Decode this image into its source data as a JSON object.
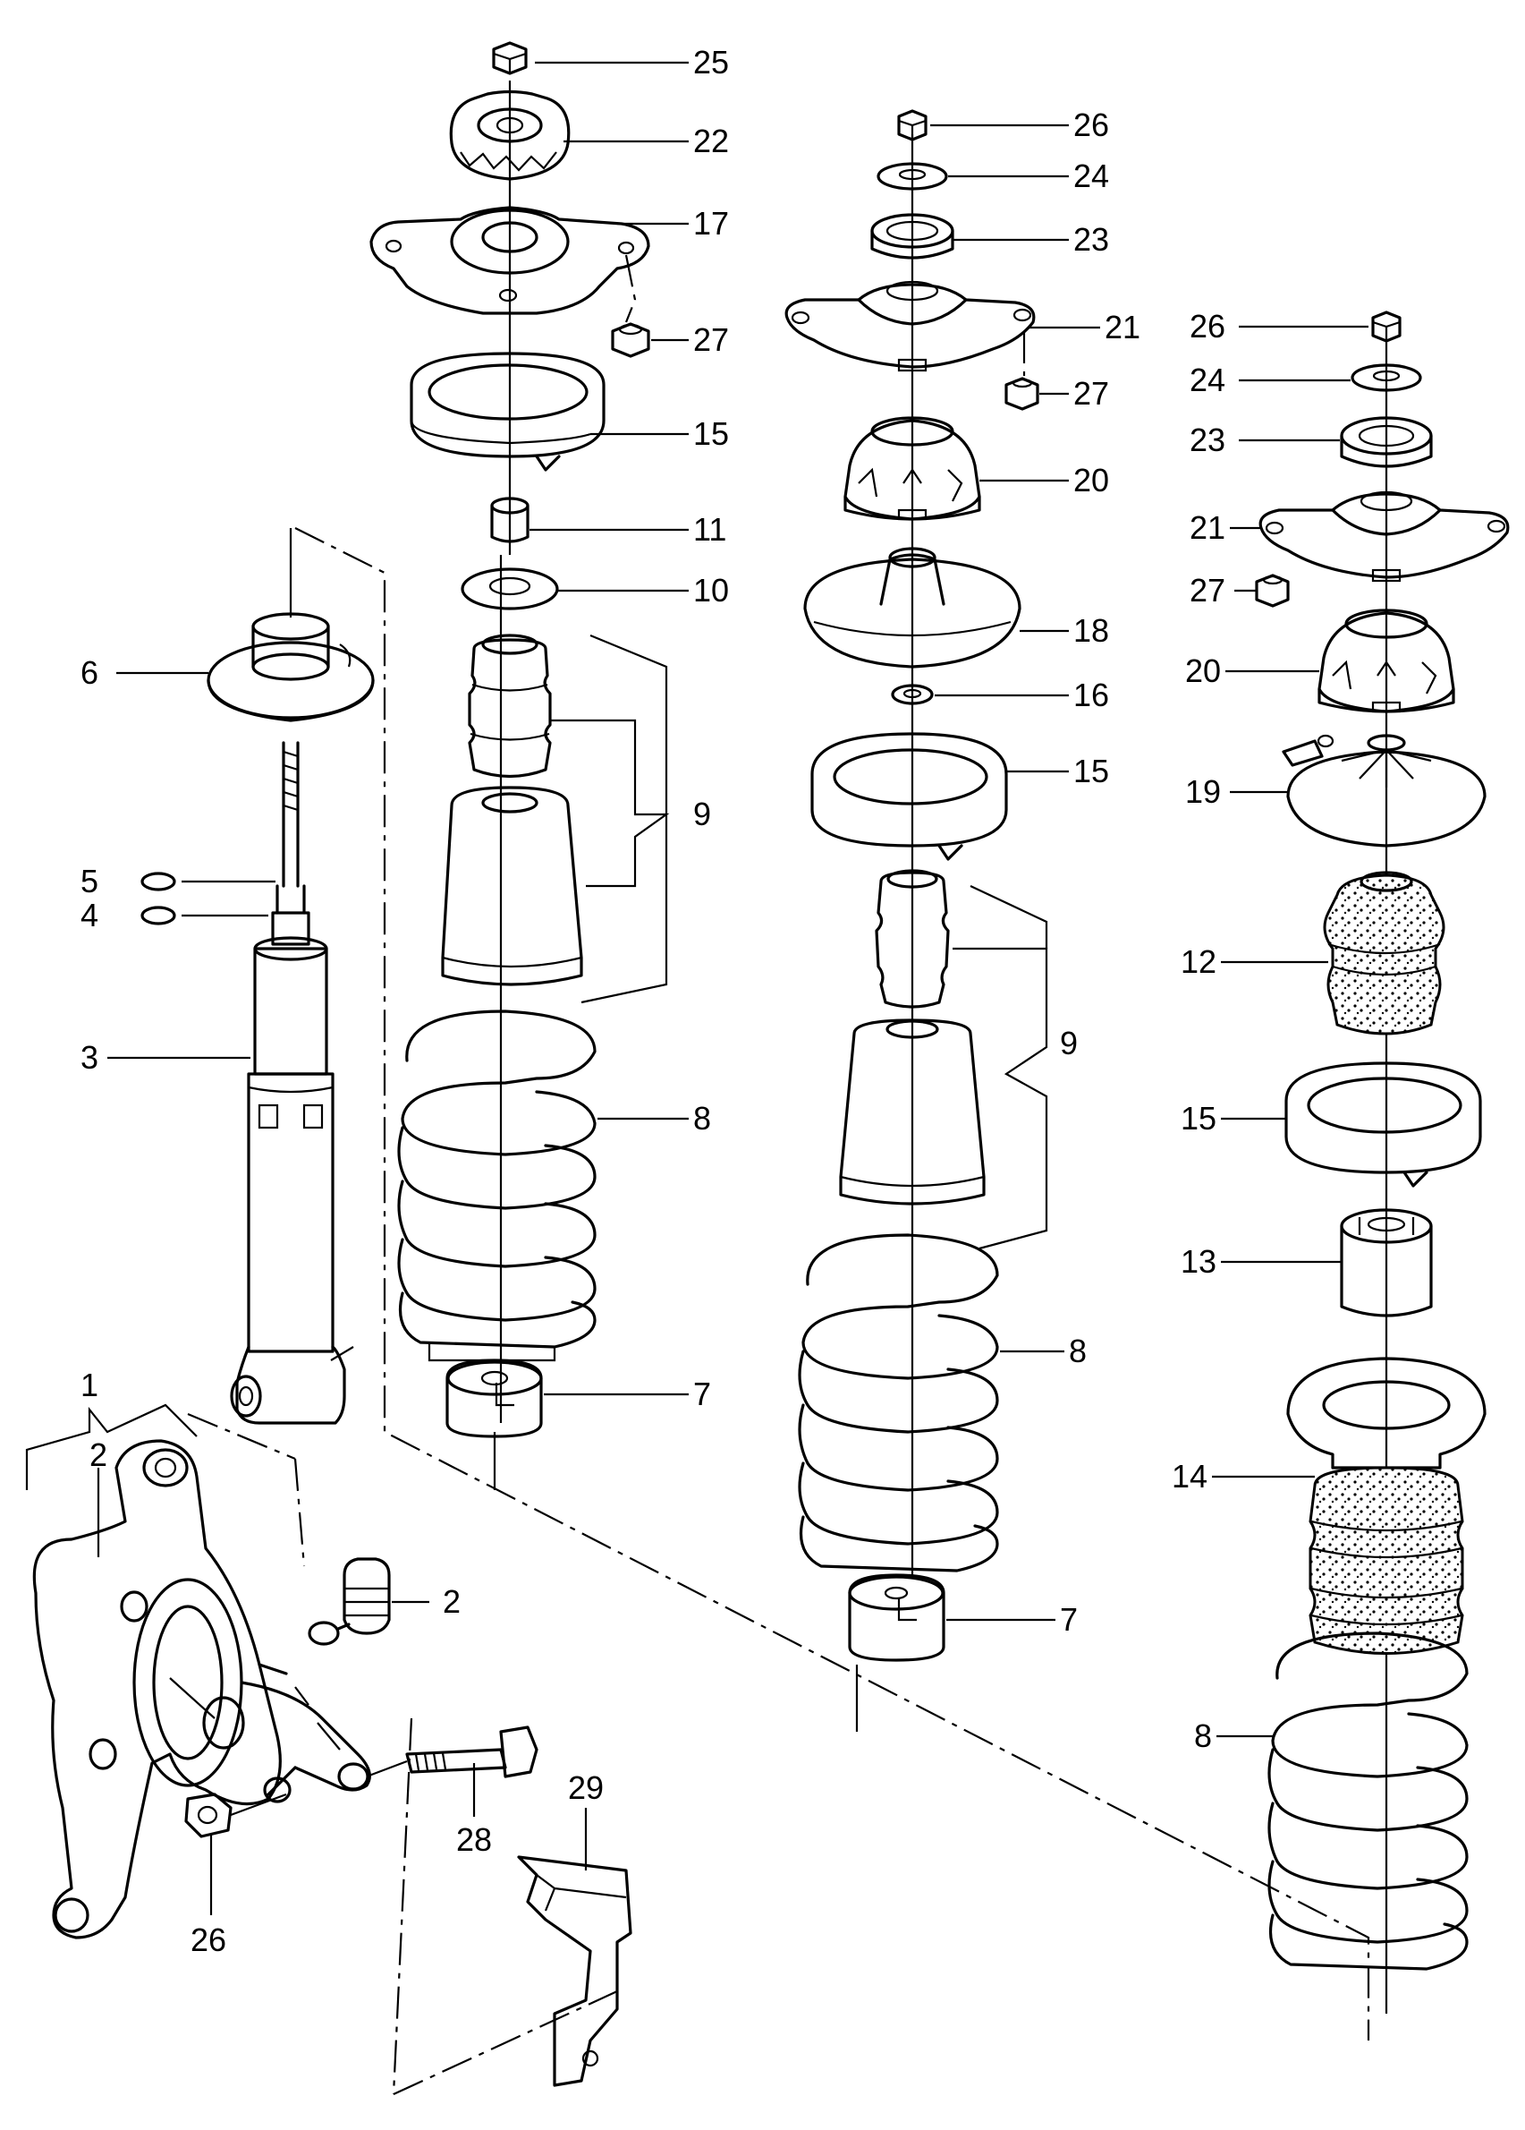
{
  "diagram": {
    "callouts": {
      "c1": "1",
      "c2a": "2",
      "c2b": "2",
      "c3": "3",
      "c4": "4",
      "c5": "5",
      "c6": "6",
      "c7a": "7",
      "c7b": "7",
      "c8a": "8",
      "c8b": "8",
      "c8c": "8",
      "c9a": "9",
      "c9b": "9",
      "c10": "10",
      "c11": "11",
      "c12": "12",
      "c13": "13",
      "c14": "14",
      "c15a": "15",
      "c15b": "15",
      "c15c": "15",
      "c16": "16",
      "c17": "17",
      "c18": "18",
      "c19": "19",
      "c20a": "20",
      "c20b": "20",
      "c21a": "21",
      "c21b": "21",
      "c22": "22",
      "c23a": "23",
      "c23b": "23",
      "c24a": "24",
      "c24b": "24",
      "c25": "25",
      "c26a": "26",
      "c26b": "26",
      "c26c": "26",
      "c27a": "27",
      "c27b": "27",
      "c27c": "27",
      "c28": "28",
      "c29": "29"
    }
  }
}
